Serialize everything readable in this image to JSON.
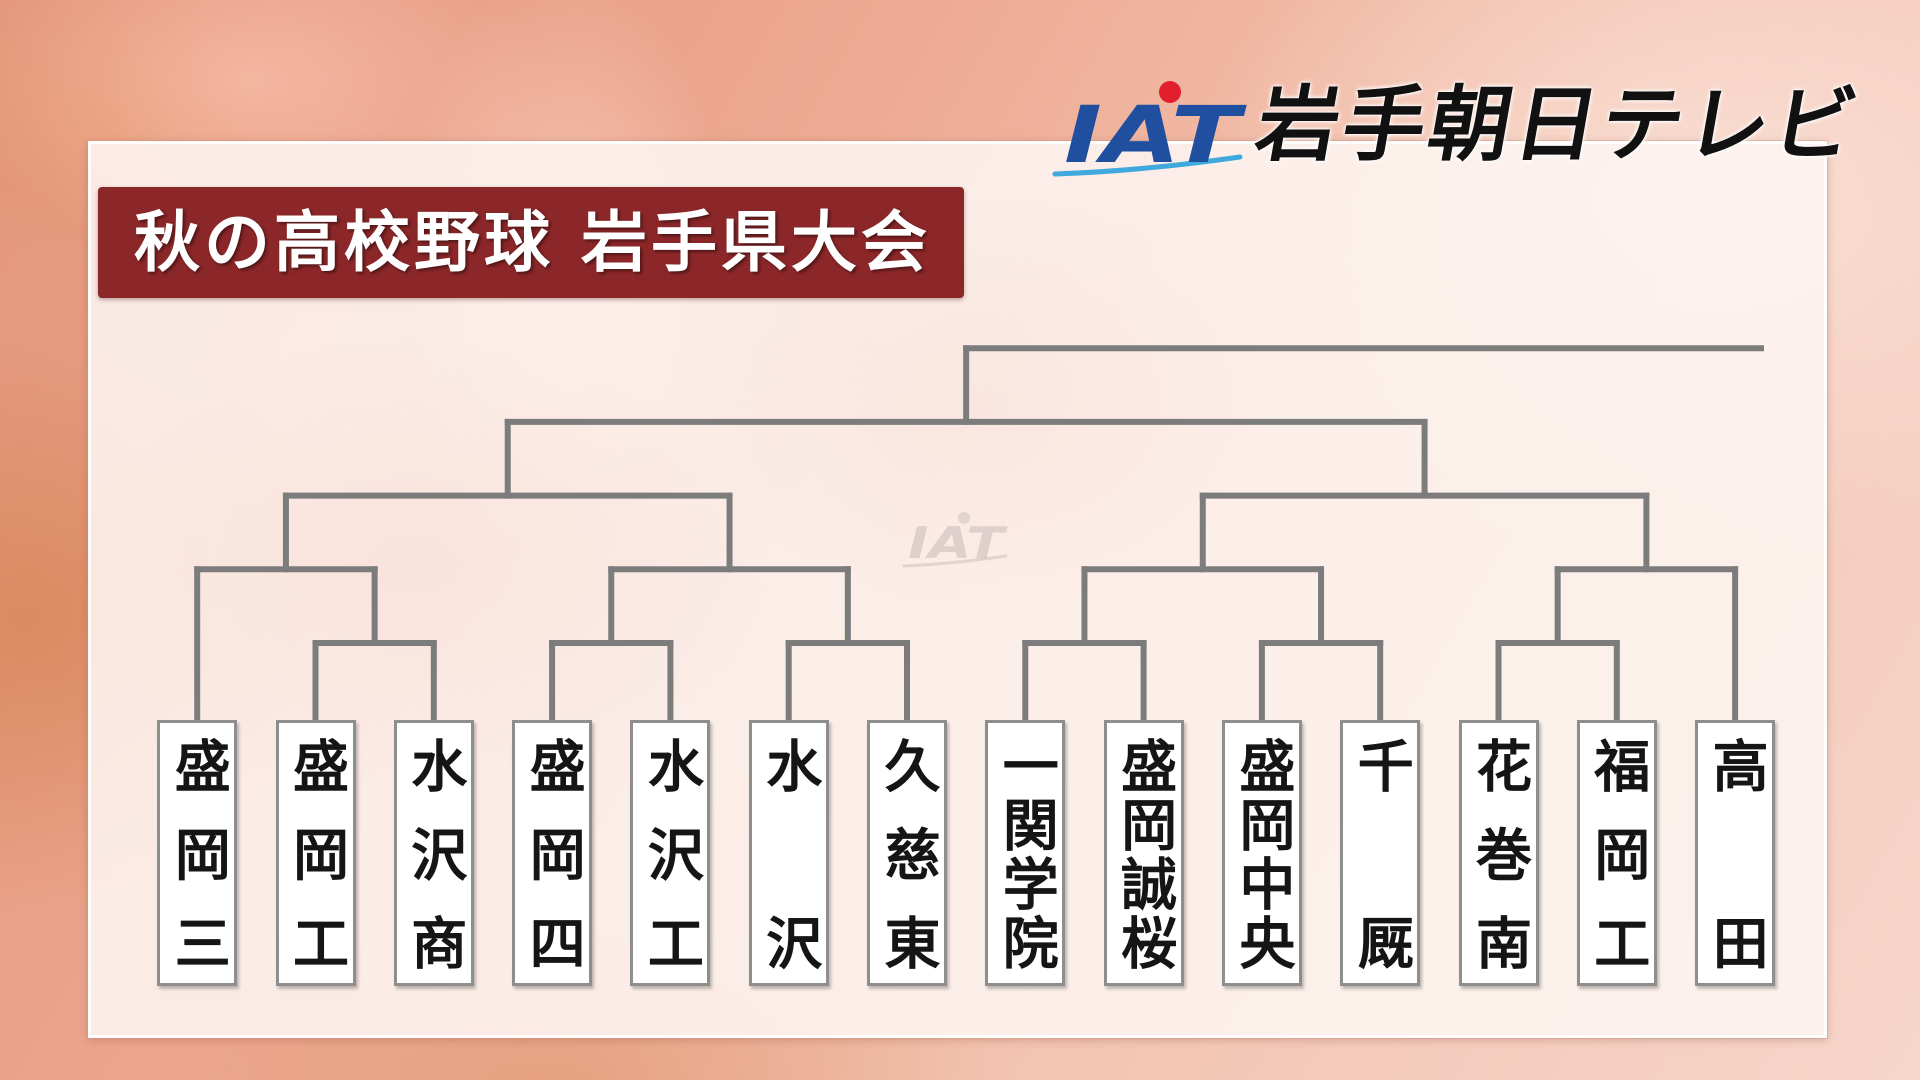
{
  "logo": {
    "mark": "IAT",
    "station_name": "岩手朝日テレビ",
    "colors": {
      "mark": "#1f4f9e",
      "dot": "#e21f2d",
      "swoosh": "#3fa9dd"
    }
  },
  "title": "秋の高校野球 岩手県大会",
  "colors": {
    "banner": "#8c2729",
    "bracket_line": "#7c7c7c",
    "team_box_border": "#8e8e8e"
  },
  "bracket": {
    "teams": [
      "盛岡三",
      "盛岡工",
      "水沢商",
      "盛岡四",
      "水沢工",
      "水沢",
      "久慈東",
      "一関学院",
      "盛岡誠桜",
      "盛岡中央",
      "千厩",
      "花巻南",
      "福岡工",
      "高田"
    ],
    "structure": [
      [
        [
          0,
          [
            1,
            2
          ]
        ],
        [
          [
            3,
            4
          ],
          [
            5,
            6
          ]
        ]
      ],
      [
        [
          [
            7,
            8
          ],
          [
            9,
            10
          ]
        ],
        [
          [
            11,
            12
          ],
          13
        ]
      ]
    ]
  }
}
